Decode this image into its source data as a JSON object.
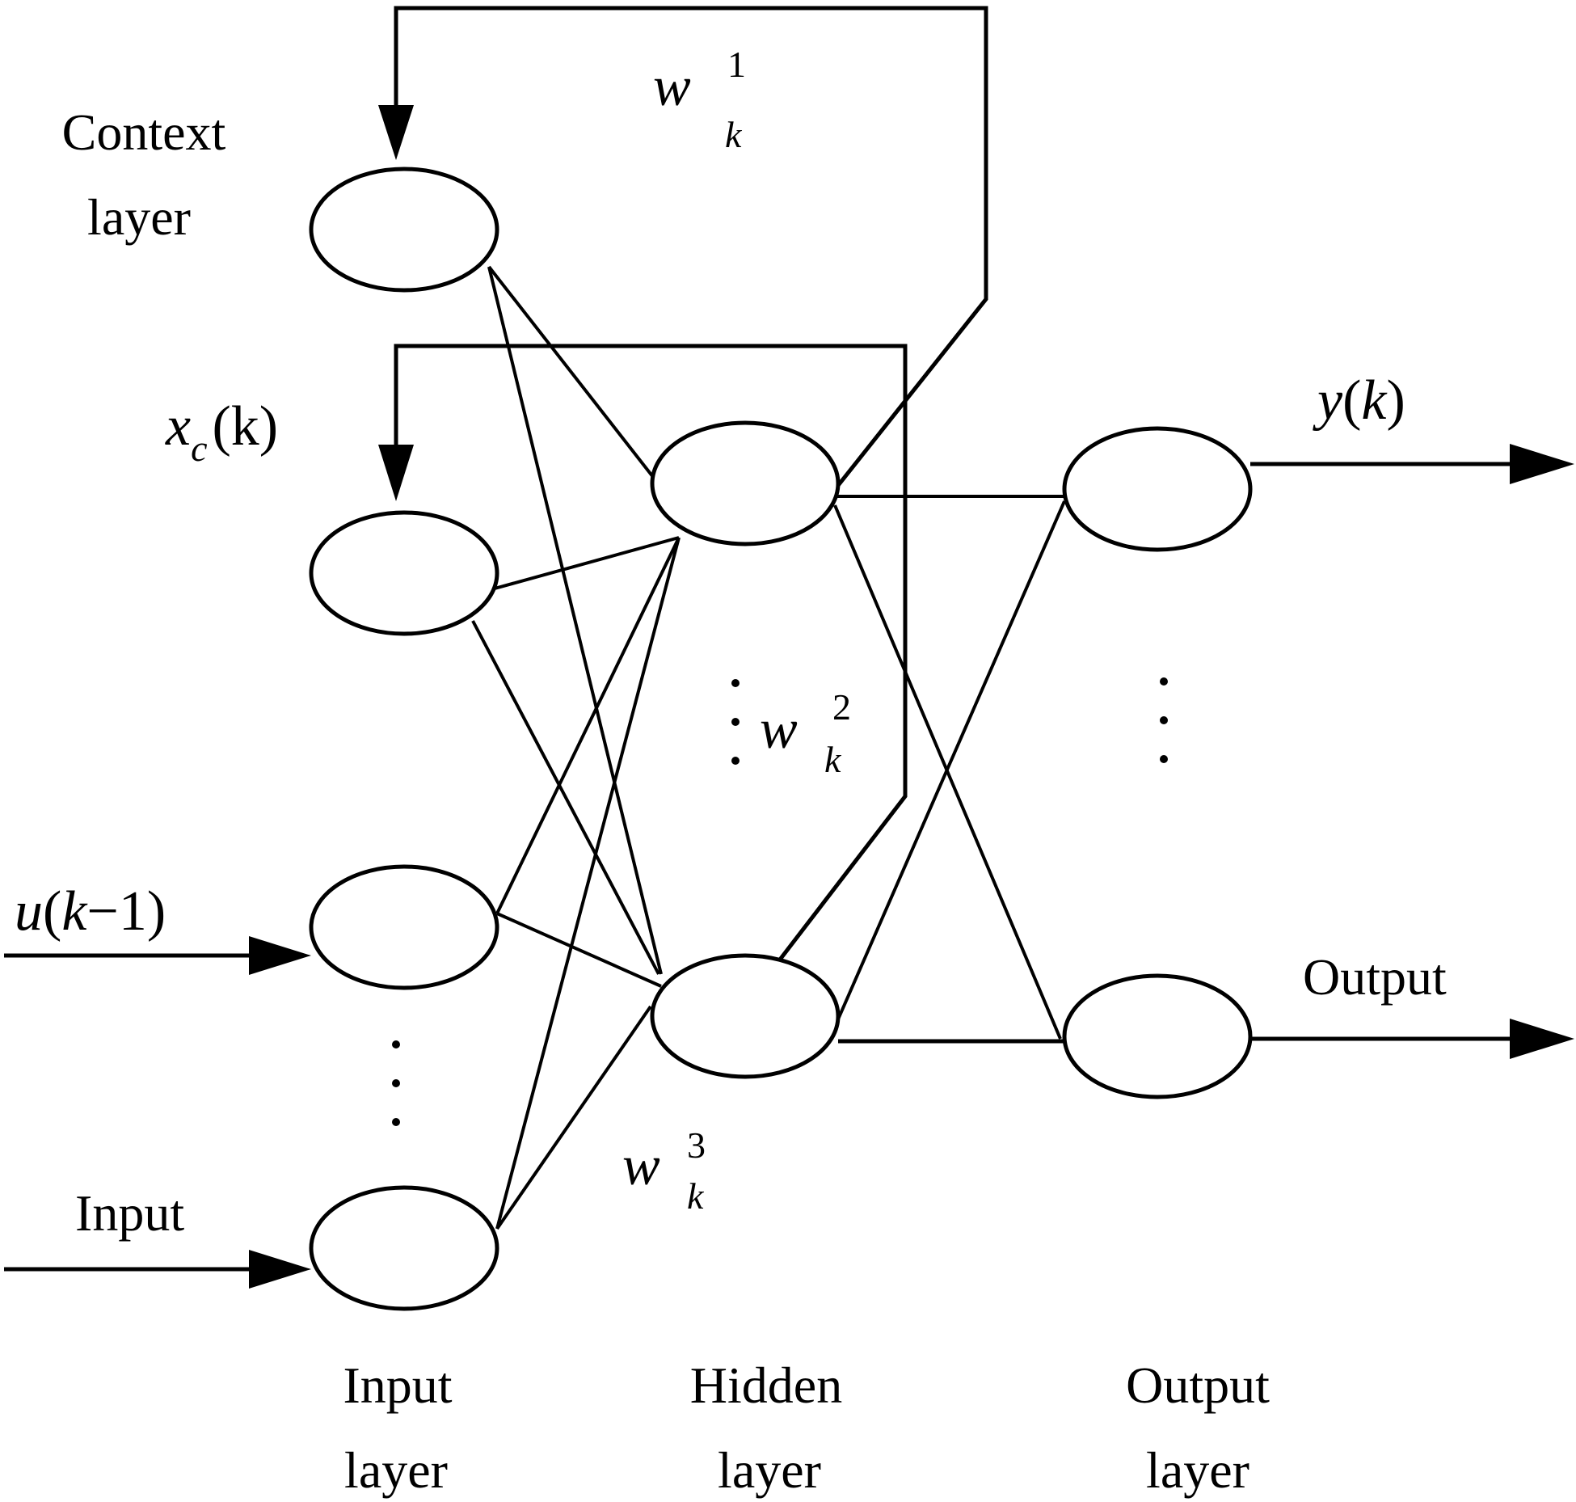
{
  "labels": {
    "context_layer": [
      "Context",
      "layer"
    ],
    "input_layer": [
      "Input",
      "layer"
    ],
    "hidden_layer": [
      "Hidden",
      "layer"
    ],
    "output_layer": [
      "Output",
      "layer"
    ],
    "input_arrow": "Input",
    "output_arrow": "Output"
  },
  "math": {
    "xc": {
      "base": "x",
      "sub": "c",
      "rest": "(k)"
    },
    "u_prev": {
      "prefix": "u",
      "paren_open": "(",
      "k": "k",
      "minus": "−",
      "one": "1",
      "paren_close": ")"
    },
    "y": {
      "base": "y",
      "paren_open": "(",
      "k": "k",
      "paren_close": ")"
    },
    "w1": {
      "base": "w",
      "sup": "1",
      "sub": "k"
    },
    "w2": {
      "base": "w",
      "sup": "2",
      "sub": "k"
    },
    "w3": {
      "base": "w",
      "sup": "3",
      "sub": "k"
    }
  }
}
